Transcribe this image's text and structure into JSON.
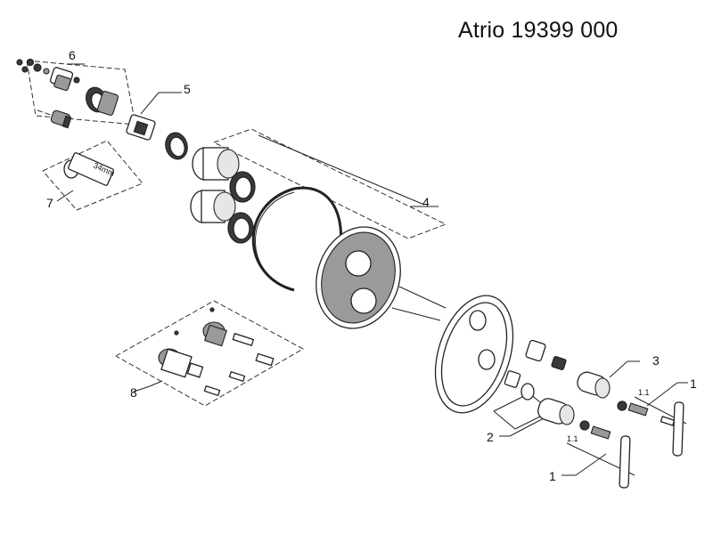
{
  "title": "Atrio 19399 000",
  "callouts": {
    "c1a": "1",
    "c1b": "1",
    "c2": "2",
    "c3": "3",
    "c4": "4",
    "c5": "5",
    "c6": "6",
    "c7": "7",
    "c8": "8"
  },
  "dimensions": {
    "d1": "1.1",
    "d2": "1.1",
    "d3": "34mm"
  },
  "colors": {
    "line": "#222222",
    "dark_fill": "#3a3a3a",
    "background": "#ffffff"
  }
}
